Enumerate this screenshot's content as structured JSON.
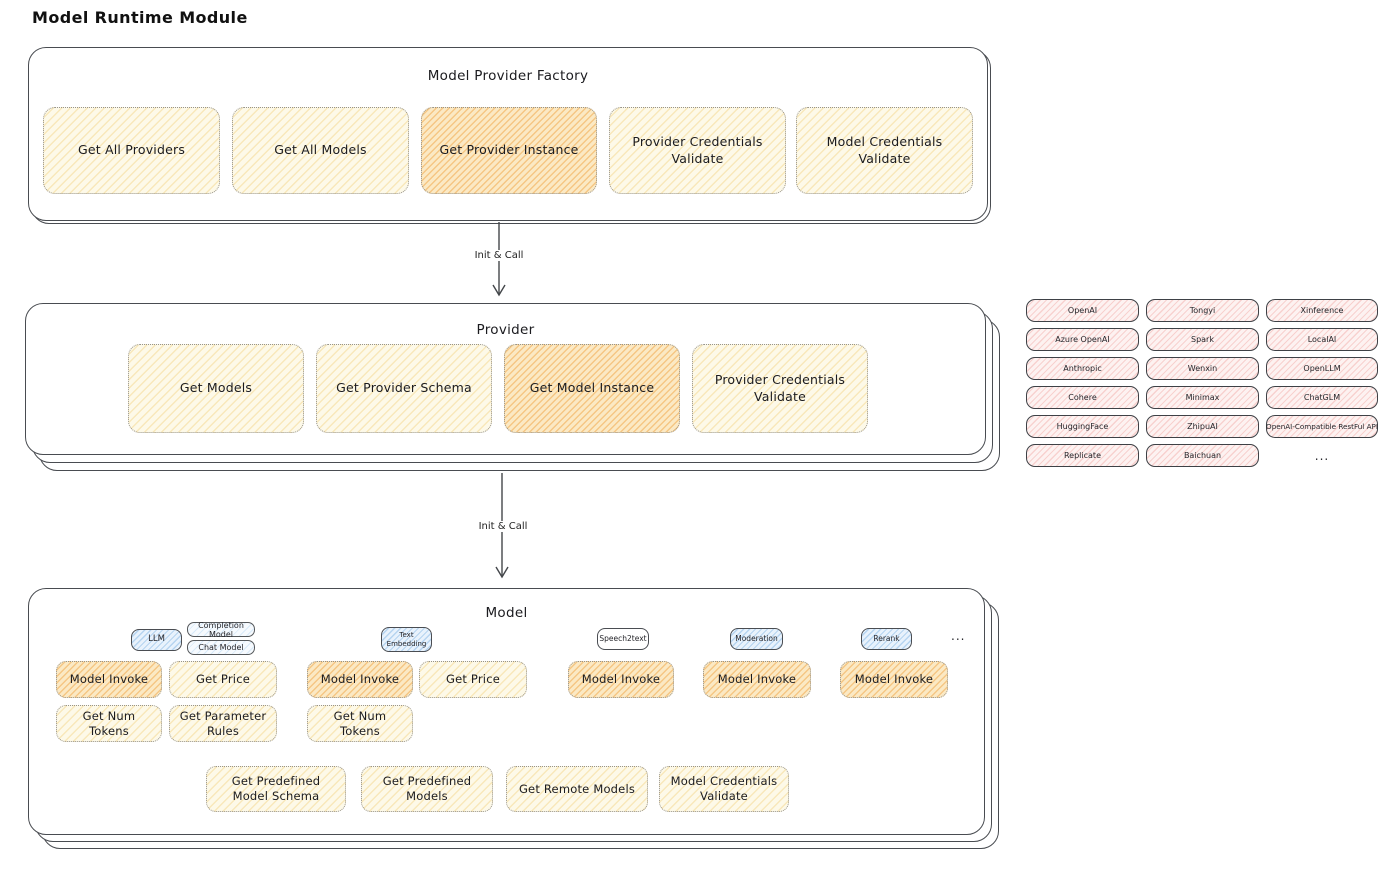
{
  "page_title": "Model Runtime Module",
  "arrows": {
    "label1": "Init & Call",
    "label2": "Init & Call"
  },
  "factory": {
    "title": "Model Provider Factory",
    "buttons": [
      "Get All Providers",
      "Get All Models",
      "Get Provider Instance",
      "Provider Credentials Validate",
      "Model Credentials Validate"
    ]
  },
  "provider": {
    "title": "Provider",
    "buttons": [
      "Get Models",
      "Get Provider Schema",
      "Get Model Instance",
      "Provider Credentials Validate"
    ]
  },
  "providers_panel": {
    "rows": [
      [
        "OpenAI",
        "Tongyi",
        "Xinference"
      ],
      [
        "Azure OpenAI",
        "Spark",
        "LocalAI"
      ],
      [
        "Anthropic",
        "Wenxin",
        "OpenLLM"
      ],
      [
        "Cohere",
        "Minimax",
        "ChatGLM"
      ],
      [
        "HuggingFace",
        "ZhipuAI",
        "OpenAI-Compatible RestFul API"
      ],
      [
        "Replicate",
        "Baichuan"
      ]
    ],
    "more_label": "..."
  },
  "model": {
    "title": "Model",
    "tabs": {
      "llm": "LLM",
      "completion_model": "Completion Model",
      "chat_model": "Chat Model",
      "text_embedding": "Text Embedding",
      "speech2text": "Speech2text",
      "moderation": "Moderation",
      "rerank": "Rerank"
    },
    "labels": {
      "model_invoke": "Model Invoke",
      "get_price": "Get Price",
      "get_num_tokens": "Get Num Tokens",
      "get_parameter_rules": "Get Parameter Rules"
    },
    "bottom_buttons": [
      "Get Predefined Model Schema",
      "Get Predefined Models",
      "Get Remote Models",
      "Model Credentials Validate"
    ],
    "more_label": "..."
  },
  "colors": {
    "canvas": "#ffffff",
    "stroke": "#494c51",
    "text": "#1e1e24",
    "yellow_fill": "#fdf9e8",
    "yellow_hatch": "#f0cc6f",
    "orange_fill": "#fbe9c4",
    "orange_hatch": "#f2b05a",
    "pink_fill": "#fdf2f1",
    "pink_hatch": "#f0a09c",
    "blue_fill": "#e8f2fc",
    "blue_hatch": "#78afe1"
  }
}
